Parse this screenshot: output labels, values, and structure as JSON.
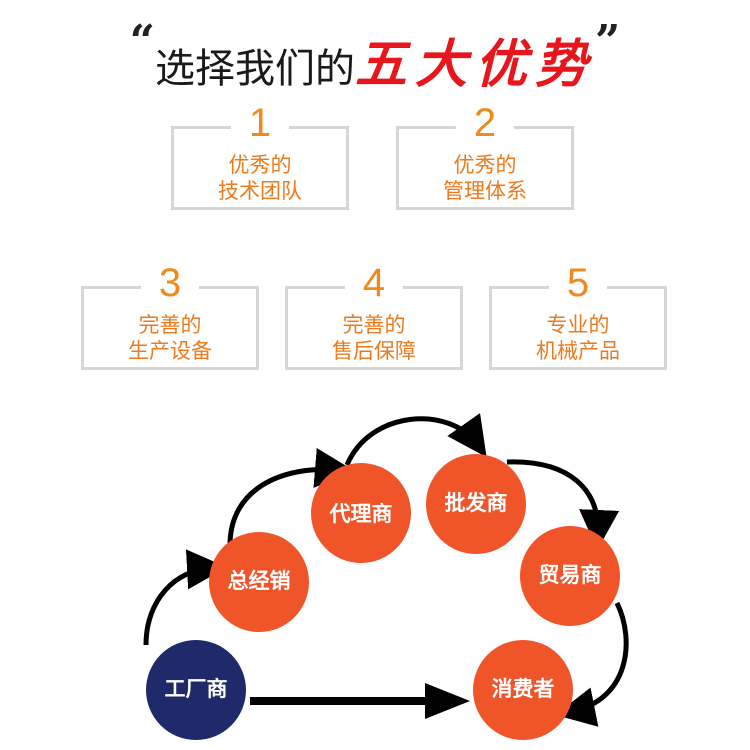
{
  "title": {
    "open_quote": "“",
    "prefix": "选择我们的",
    "highlight": "五大优势",
    "close_quote": "”"
  },
  "advantages": [
    {
      "number": "1",
      "line1": "优秀的",
      "line2": "技术团队"
    },
    {
      "number": "2",
      "line1": "优秀的",
      "line2": "管理体系"
    },
    {
      "number": "3",
      "line1": "完善的",
      "line2": "生产设备"
    },
    {
      "number": "4",
      "line1": "完善的",
      "line2": "售后保障"
    },
    {
      "number": "5",
      "line1": "专业的",
      "line2": "机械产品"
    }
  ],
  "flow": {
    "nodes": [
      "工厂商",
      "总经销",
      "代理商",
      "批发商",
      "贸易商",
      "消费者"
    ],
    "colors": {
      "source": "#1f2a6b",
      "node": "#f0552a",
      "arrow": "#000000"
    }
  }
}
